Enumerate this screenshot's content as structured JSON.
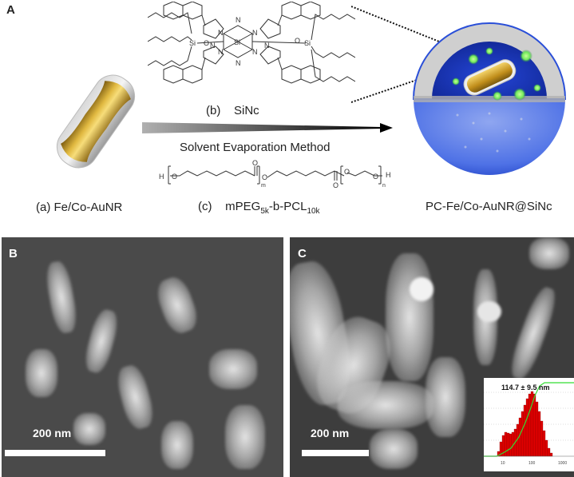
{
  "panel_a": {
    "label": "A",
    "items": {
      "a": {
        "caption": "(a) Fe/Co-AuNR"
      },
      "b": {
        "tag": "(b)",
        "name": "SiNc",
        "atoms": {
          "si_center": "Si",
          "si_axial": "Si",
          "oxygen": "O",
          "nitrogen": "N"
        }
      },
      "c": {
        "tag": "(c)",
        "name_main": "mPEG",
        "sub1": "5k",
        "mid": "-b-PCL",
        "sub2": "10k",
        "formula_labels": {
          "h_left": "H",
          "h_right": "H",
          "m": "m",
          "n": "n",
          "o": "O"
        }
      }
    },
    "arrow_label": "Solvent Evaporation Method",
    "product_caption": "PC-Fe/Co-AuNR@SiNc",
    "colors": {
      "gold": "#c9a227",
      "micelle_blue": "#2a4fd8",
      "dye_green": "#7dff6a",
      "shell_gray": "#bfbfbf"
    }
  },
  "panel_b": {
    "label": "B",
    "scale_bar": "200 nm"
  },
  "panel_c": {
    "label": "C",
    "scale_bar": "200 nm",
    "inset": {
      "annotation": "114.7 ± 9.5 nm",
      "x_ticks": [
        "10",
        "100",
        "1000"
      ],
      "bar_color": "#e00000",
      "curve_color": "#33dd33"
    }
  }
}
